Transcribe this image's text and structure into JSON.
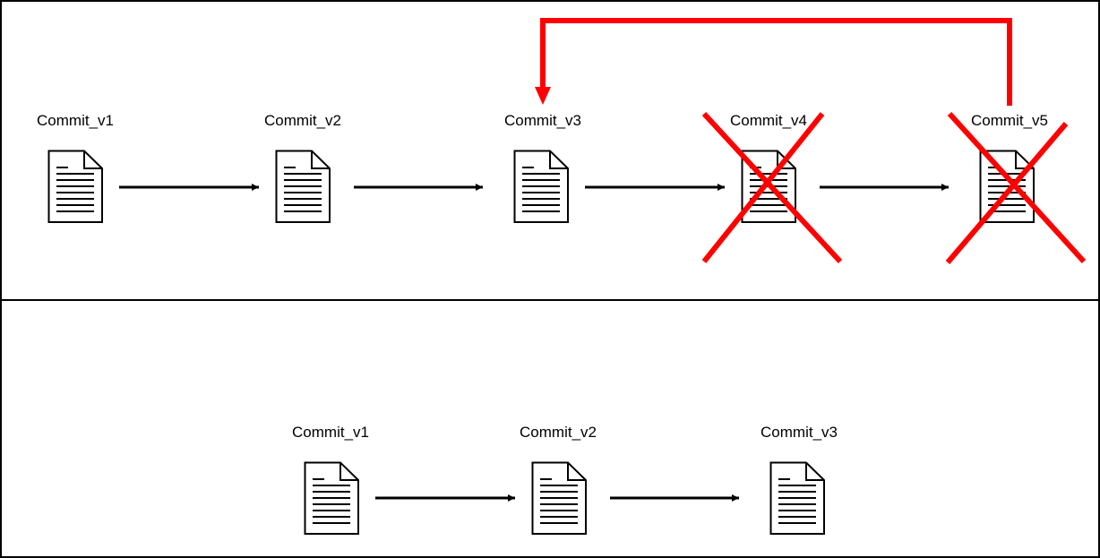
{
  "top_panel": {
    "commits": [
      {
        "label": "Commit_v1",
        "removed": false
      },
      {
        "label": "Commit_v2",
        "removed": false
      },
      {
        "label": "Commit_v3",
        "removed": false
      },
      {
        "label": "Commit_v4",
        "removed": true
      },
      {
        "label": "Commit_v5",
        "removed": true
      }
    ],
    "reset_arrow": {
      "from": "Commit_v5",
      "to": "Commit_v3"
    }
  },
  "bottom_panel": {
    "commits": [
      {
        "label": "Commit_v1",
        "removed": false
      },
      {
        "label": "Commit_v2",
        "removed": false
      },
      {
        "label": "Commit_v3",
        "removed": false
      }
    ]
  },
  "colors": {
    "border": "#000000",
    "arrow": "#000000",
    "removed_mark": "#ff0000",
    "reset_arrow": "#ff0000",
    "document_fill": "#ffffff",
    "document_stroke": "#000000"
  },
  "icons": {
    "commit": "document-icon",
    "removed": "red-x-icon"
  }
}
